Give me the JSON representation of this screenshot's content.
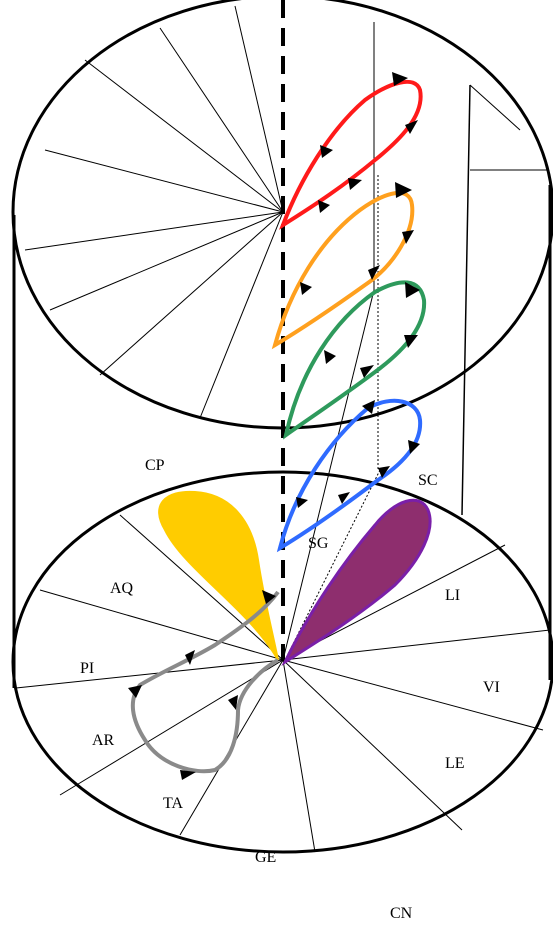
{
  "labels": {
    "CP": "CP",
    "AQ": "AQ",
    "PI": "PI",
    "AR": "AR",
    "TA": "TA",
    "GE": "GE",
    "CN": "CN",
    "LE": "LE",
    "VI": "VI",
    "LI": "LI",
    "SC": "SC",
    "SG": "SG"
  },
  "colors": {
    "outline": "#000000",
    "red_loop": "#ff1a1a",
    "orange_loop": "#ffa01e",
    "green_loop": "#2e9a5c",
    "blue_loop": "#2f6bff",
    "yellow_petal": "#ffcc00",
    "purple_petal": "#8e2e6e",
    "purple_petal_edge": "#7a1fa8",
    "gray_loop": "#8a8a8a"
  }
}
